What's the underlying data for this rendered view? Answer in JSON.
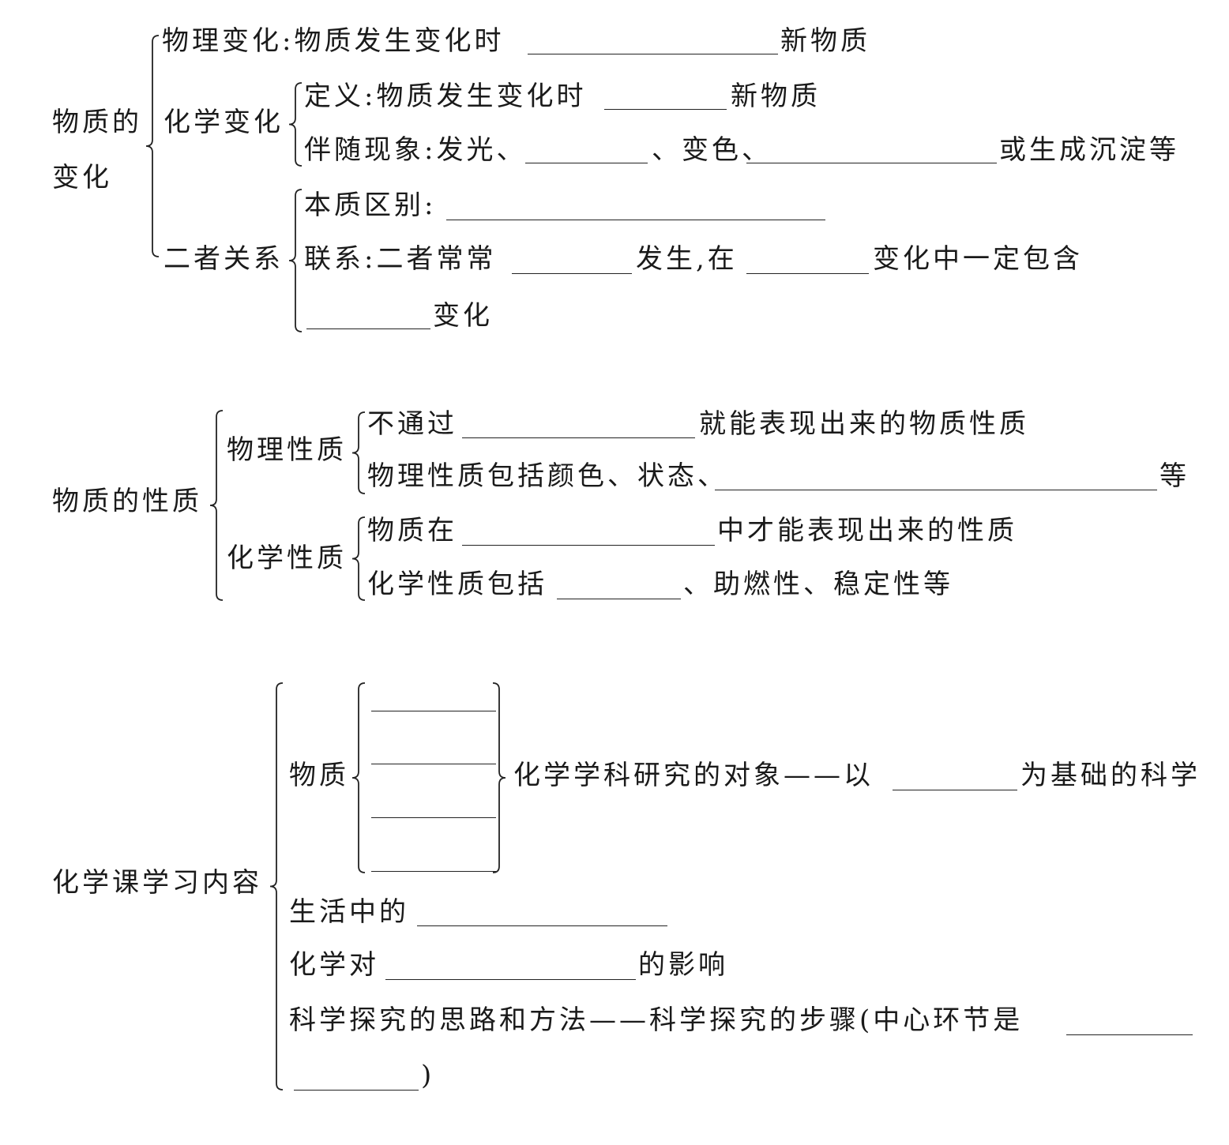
{
  "s1": {
    "root1": "物质的",
    "root2": "变化",
    "phys_label": "物理变化:物质发生变化时",
    "phys_end": "新物质",
    "chem_label": "化学变化",
    "def": "定义:物质发生变化时",
    "def_end": "新物质",
    "phen": "伴随现象:发光、",
    "phen_mid": "、变色、",
    "phen_end": "或生成沉淀等",
    "rel_label": "二者关系",
    "diff": "本质区别:",
    "link": "联系:二者常常",
    "link_mid": "发生,在",
    "link_end": "变化中一定包含",
    "link2_end": "变化"
  },
  "s2": {
    "root": "物质的性质",
    "phys_label": "物理性质",
    "p1": "不通过",
    "p1_end": "就能表现出来的物质性质",
    "p2": "物理性质包括颜色、状态、",
    "p2_end": "等",
    "chem_label": "化学性质",
    "c1": "物质在",
    "c1_end": "中才能表现出来的性质",
    "c2": "化学性质包括",
    "c2_end": "、助燃性、稳定性等"
  },
  "s3": {
    "root": "化学课学习内容",
    "matter": "物质",
    "obj": "化学学科研究的对象——以",
    "obj_end": "为基础的科学",
    "life": "生活中的",
    "impact": "化学对",
    "impact_end": "的影响",
    "inquiry": "科学探究的思路和方法——科学探究的步骤(中心环节是",
    "inquiry_end": ")"
  }
}
